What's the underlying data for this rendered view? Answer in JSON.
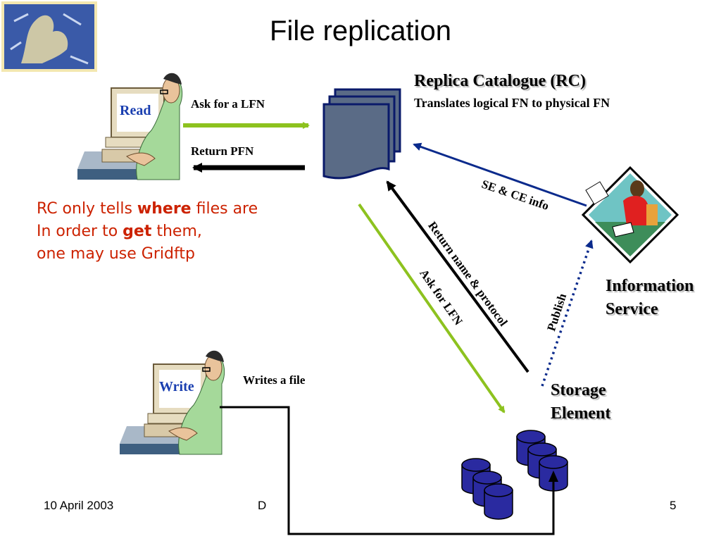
{
  "title": "File replication",
  "read_label": "Read",
  "write_label": "Write",
  "ask_lfn": "Ask for a LFN",
  "return_pfn": "Return PFN",
  "rc": {
    "title": "Replica Catalogue (RC)",
    "subtitle": "Translates logical FN to physical FN"
  },
  "se_ce_info": "SE & CE info",
  "return_name_protocol": "Return name & protocol",
  "ask_for_lfn": "Ask for LFN",
  "publish": "Publish",
  "info_service": {
    "line1": "Information",
    "line2": "Service"
  },
  "storage_element": {
    "line1": "Storage",
    "line2": "Element"
  },
  "writes_file": "Writes a file",
  "note": {
    "line1_pre": "RC only tells ",
    "line1_bold": "where",
    "line1_post": " files are",
    "line2_pre": "In order to ",
    "line2_bold": "get",
    "line2_post": " them,",
    "line3": "one may use Gridftp"
  },
  "footer": {
    "date": "10 April 2003",
    "middle": "D",
    "page": "5"
  },
  "colors": {
    "green": "#8dc21f",
    "navy": "#0a2a8c",
    "red_text": "#cc2200",
    "disk": "#2a2aa0"
  }
}
